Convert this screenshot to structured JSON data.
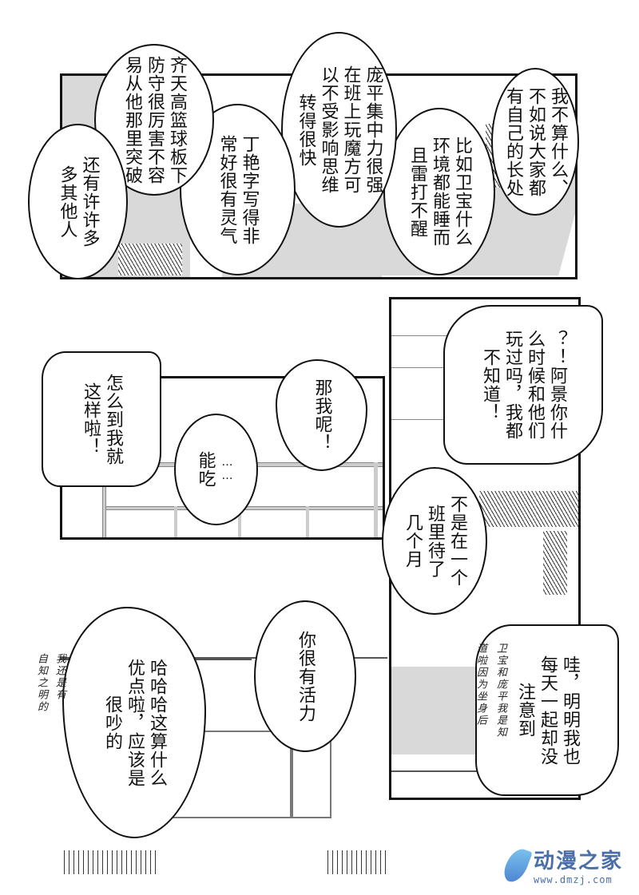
{
  "page": {
    "type": "manga-page",
    "language": "zh-CN",
    "reading_direction": "vertical-rl"
  },
  "panels": [
    {
      "id": "panel-1",
      "bubbles": [
        {
          "id": "b1",
          "columns": [
            "我不算什么、",
            "不如说大家都",
            "有自己的长处"
          ]
        },
        {
          "id": "b2",
          "columns": [
            "比如卫宝什么",
            "环境都能睡而",
            "且雷打不醒"
          ]
        },
        {
          "id": "b3",
          "columns": [
            "庞平集中力很强",
            "在班上玩魔方可",
            "以不受影响思维",
            "转得很快"
          ]
        },
        {
          "id": "b4",
          "columns": [
            "丁艳字写得非",
            "常好很有灵气"
          ]
        },
        {
          "id": "b5",
          "columns": [
            "齐天高篮球板下",
            "防守很厉害不容",
            "易从他那里突破"
          ]
        },
        {
          "id": "b6",
          "columns": [
            "还有许许多",
            "多其他人"
          ]
        }
      ]
    },
    {
      "id": "panel-2",
      "bubbles": [
        {
          "id": "b7",
          "columns": [
            "？！阿景你什",
            "么时候和他们",
            "玩过吗，我都",
            "不知道！"
          ]
        },
        {
          "id": "b8",
          "columns": [
            "不是在一个",
            "班里待了",
            "几个月"
          ]
        }
      ]
    },
    {
      "id": "panel-3",
      "bubbles": [
        {
          "id": "b9",
          "columns": [
            "那我呢！"
          ]
        },
        {
          "id": "b10",
          "columns": [
            "……",
            "能吃"
          ]
        },
        {
          "id": "b11",
          "columns": [
            "怎么到我就",
            "这样啦！"
          ]
        }
      ]
    },
    {
      "id": "panel-4",
      "bubbles": [
        {
          "id": "b12",
          "columns": [
            "哇，明明我也",
            "每天一起却没",
            "注意到"
          ]
        }
      ],
      "handwritten_notes": [
        {
          "id": "n1",
          "columns": [
            "卫宝和庞平我是知",
            "道啦因为坐身后"
          ]
        }
      ]
    },
    {
      "id": "panel-5",
      "bubbles": [
        {
          "id": "b13",
          "columns": [
            "你很有活力"
          ]
        },
        {
          "id": "b14",
          "columns": [
            "哈哈哈这算什么",
            "优点啦，应该是",
            "很吵的"
          ]
        }
      ],
      "handwritten_notes": [
        {
          "id": "n2",
          "columns": [
            "我还是有",
            "自知之明的"
          ]
        }
      ]
    }
  ],
  "watermark": {
    "name": "动漫之家",
    "url": "www.dmzj.com",
    "color": "#4a6fa8"
  }
}
